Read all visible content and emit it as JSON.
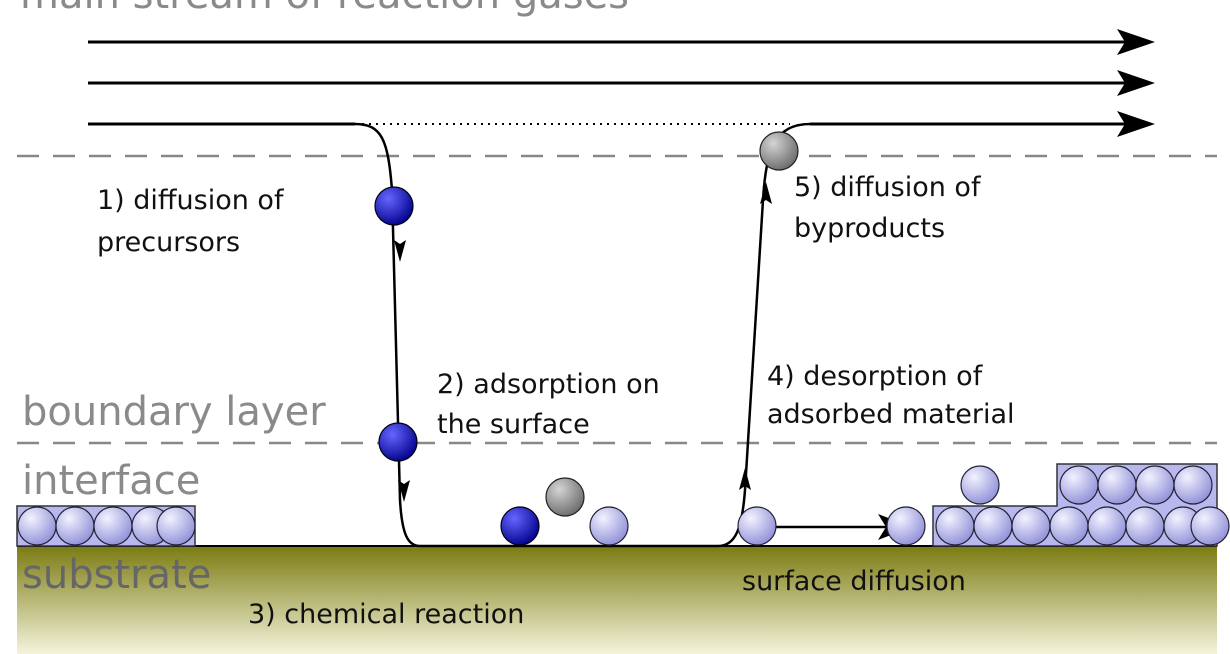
{
  "zones": {
    "main_stream": "main stream of reaction gases",
    "boundary_layer": "boundary layer",
    "interface": "interface",
    "substrate": "substrate"
  },
  "steps": {
    "diffusion_precursors": [
      "1) diffusion of",
      "precursors"
    ],
    "adsorption": [
      "2) adsorption on",
      "the surface"
    ],
    "chemical_reaction": "3) chemical reaction",
    "desorption": [
      "4) desorption of",
      "adsorbed material"
    ],
    "diffusion_byproducts": [
      "5) diffusion of",
      "byproducts"
    ],
    "surface_diffusion": "surface diffusion"
  },
  "colors": {
    "precursor": "#1a1acc",
    "adsorbed": "#aaaaee",
    "byproduct": "#8c8c8c",
    "substrate_top": "#7a7a10",
    "substrate_bottom": "#f4f4dc",
    "film": "#9a9ae0"
  }
}
